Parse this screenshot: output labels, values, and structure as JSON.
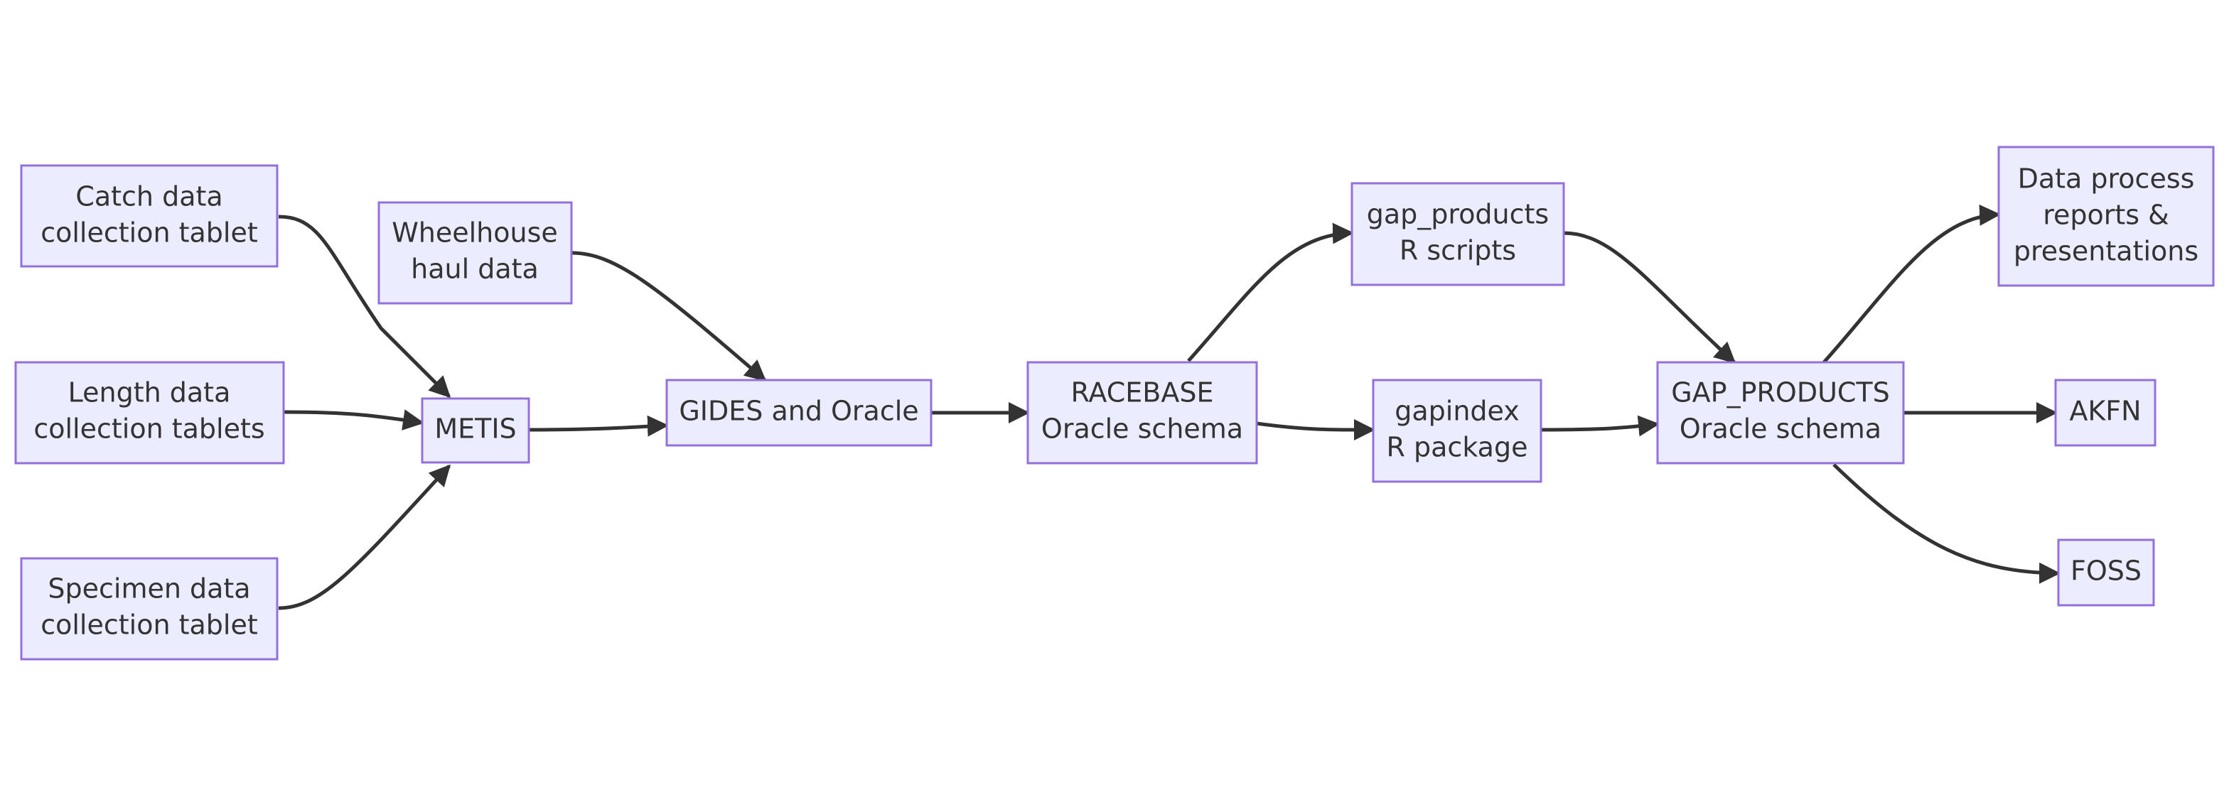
{
  "diagram": {
    "nodes": {
      "catch": {
        "lines": [
          "Catch data",
          "collection tablet"
        ]
      },
      "length": {
        "lines": [
          "Length data",
          "collection tablets"
        ]
      },
      "specimen": {
        "lines": [
          "Specimen data",
          "collection tablet"
        ]
      },
      "wheelhouse": {
        "lines": [
          "Wheelhouse",
          "haul data"
        ]
      },
      "metis": {
        "lines": [
          "METIS"
        ]
      },
      "gides": {
        "lines": [
          "GIDES and Oracle"
        ]
      },
      "racebase": {
        "lines": [
          "RACEBASE",
          "Oracle schema"
        ]
      },
      "gap_scripts": {
        "lines": [
          "gap_products",
          "R scripts"
        ]
      },
      "gapindex": {
        "lines": [
          "gapindex",
          "R package"
        ]
      },
      "gap_products": {
        "lines": [
          "GAP_PRODUCTS",
          "Oracle schema"
        ]
      },
      "reports": {
        "lines": [
          "Data process",
          "reports &",
          "presentations"
        ]
      },
      "akfn": {
        "lines": [
          "AKFN"
        ]
      },
      "foss": {
        "lines": [
          "FOSS"
        ]
      }
    },
    "edges": [
      {
        "from": "catch",
        "to": "metis"
      },
      {
        "from": "length",
        "to": "metis"
      },
      {
        "from": "specimen",
        "to": "metis"
      },
      {
        "from": "wheelhouse",
        "to": "gides"
      },
      {
        "from": "metis",
        "to": "gides"
      },
      {
        "from": "gides",
        "to": "racebase"
      },
      {
        "from": "racebase",
        "to": "gap_scripts"
      },
      {
        "from": "racebase",
        "to": "gapindex"
      },
      {
        "from": "gap_scripts",
        "to": "gap_products"
      },
      {
        "from": "gapindex",
        "to": "gap_products"
      },
      {
        "from": "gap_products",
        "to": "reports"
      },
      {
        "from": "gap_products",
        "to": "akfn"
      },
      {
        "from": "gap_products",
        "to": "foss"
      }
    ]
  }
}
